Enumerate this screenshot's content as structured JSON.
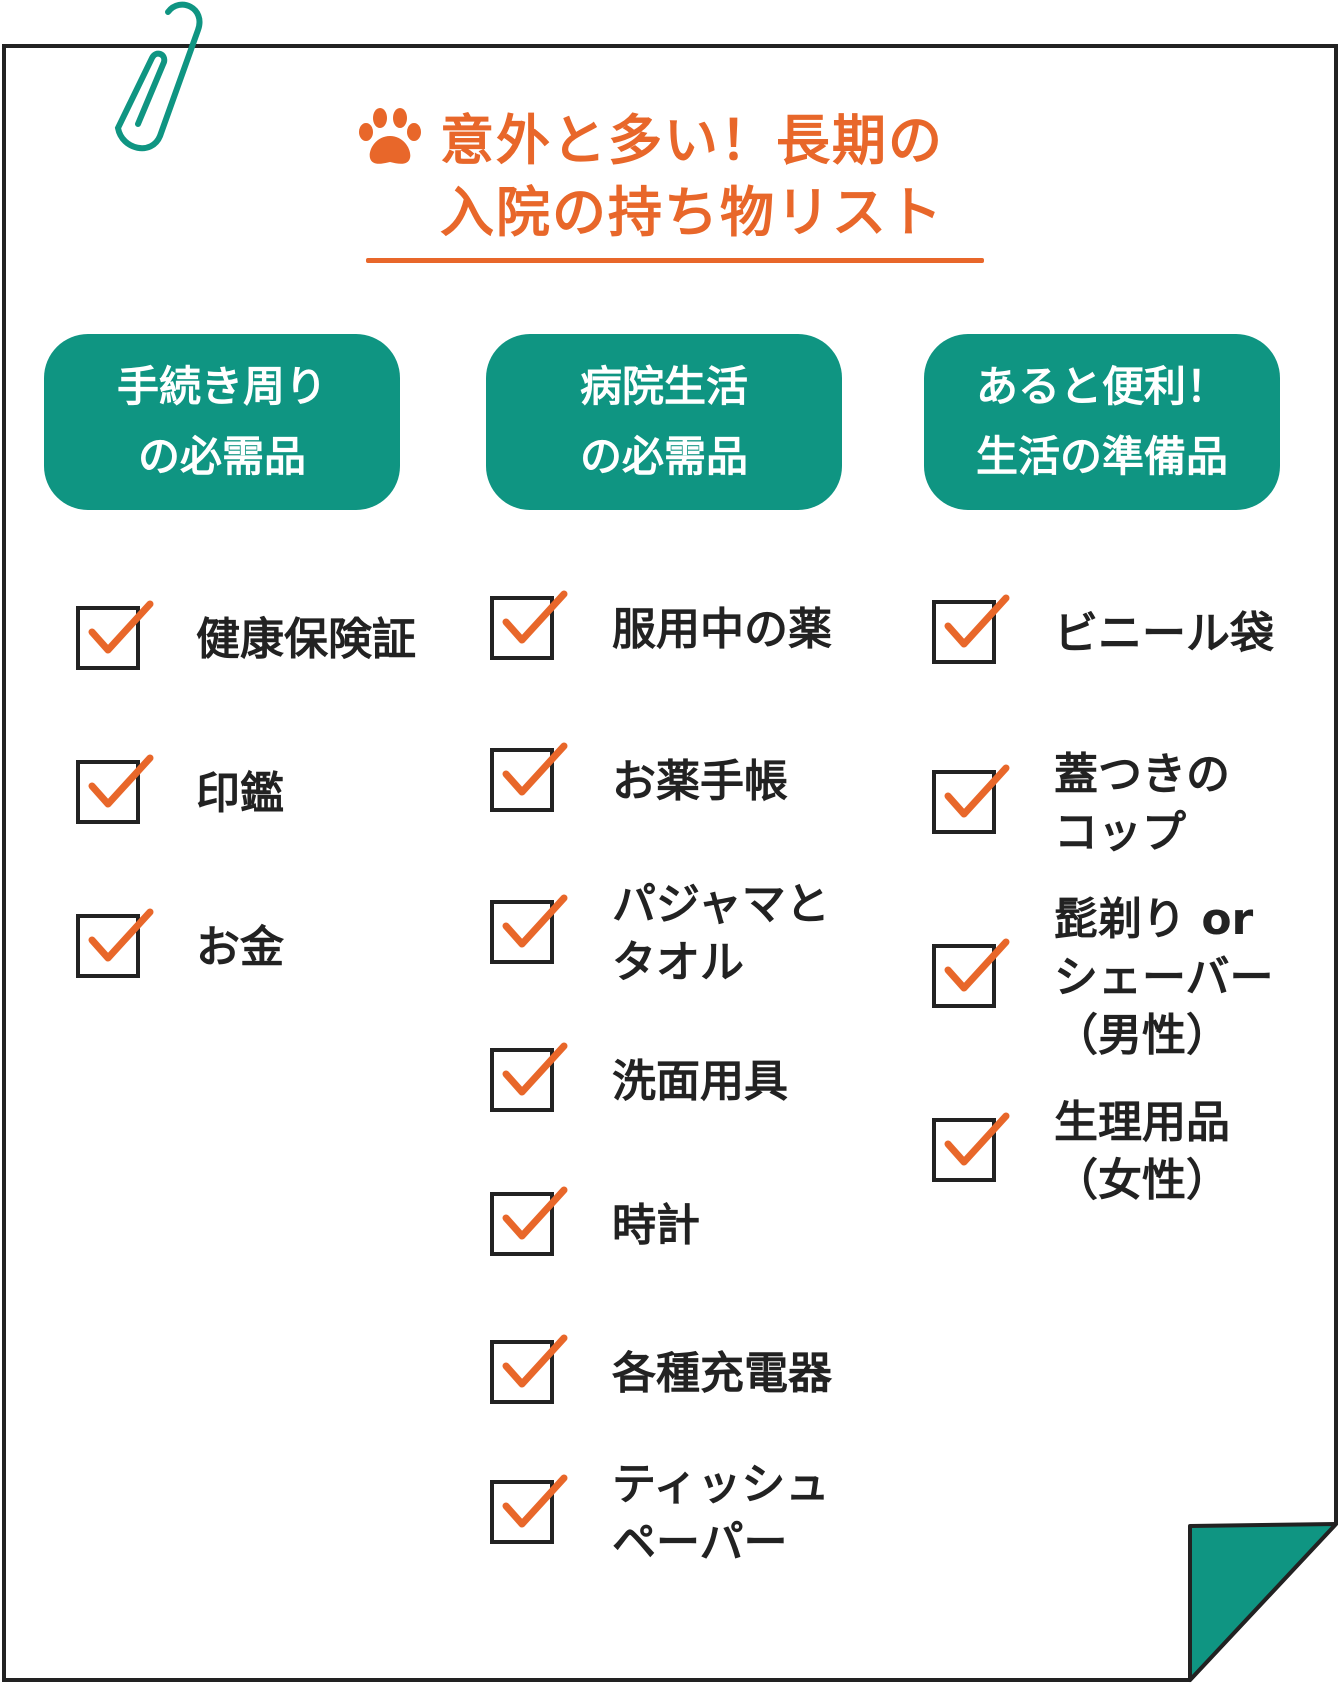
{
  "title": {
    "line1": "意外と多い！長期の",
    "line2": "入院の持ち物リスト"
  },
  "colors": {
    "accent_orange": "#e8672a",
    "teal": "#0f9582",
    "ink": "#222222",
    "paperclip": "#0f9582"
  },
  "categories": [
    {
      "line1": "手続き周り",
      "line2": "の必需品"
    },
    {
      "line1": "病院生活",
      "line2": "の必需品"
    },
    {
      "line1": "あると便利！",
      "line2": "生活の準備品"
    }
  ],
  "columns": [
    {
      "items": [
        {
          "lines": [
            "健康保険証"
          ]
        },
        {
          "lines": [
            "印鑑"
          ]
        },
        {
          "lines": [
            "お金"
          ]
        }
      ]
    },
    {
      "items": [
        {
          "lines": [
            "服用中の薬"
          ]
        },
        {
          "lines": [
            "お薬手帳"
          ]
        },
        {
          "lines": [
            "パジャマと",
            "タオル"
          ]
        },
        {
          "lines": [
            "洗面用具"
          ]
        },
        {
          "lines": [
            "時計"
          ]
        },
        {
          "lines": [
            "各種充電器"
          ]
        },
        {
          "lines": [
            "ティッシュ",
            "ペーパー"
          ]
        }
      ]
    },
    {
      "items": [
        {
          "lines": [
            "ビニール袋"
          ]
        },
        {
          "lines": [
            "蓋つきの",
            "コップ"
          ]
        },
        {
          "lines": [
            "髭剃り or",
            "シェーバー",
            "（男性）"
          ]
        },
        {
          "lines": [
            "生理用品",
            "（女性）"
          ]
        }
      ]
    }
  ],
  "icons": {
    "paw": "paw-icon",
    "paperclip": "paperclip-icon",
    "check": "check-icon"
  }
}
